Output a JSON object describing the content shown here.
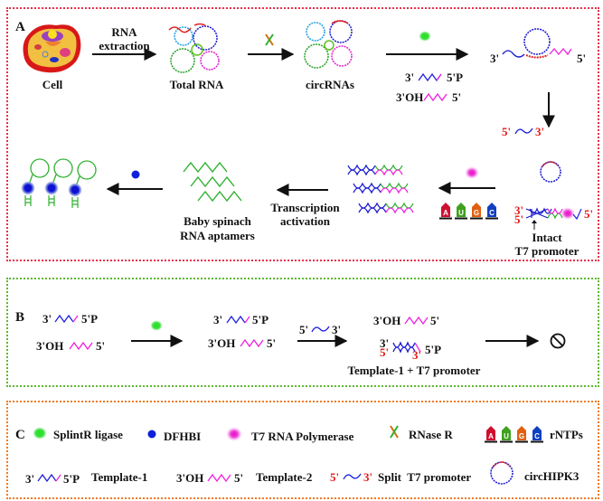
{
  "panel_a": {
    "label": "A",
    "cell_label": "Cell",
    "step1_label_line1": "RNA",
    "step1_label_line2": "extraction",
    "total_rna_label": "Total RNA",
    "circrnas_label": "circRNAs",
    "template1": {
      "left": "3'",
      "right": "5'P"
    },
    "template2": {
      "left": "3'OH",
      "right": "5'"
    },
    "hybrid": {
      "left": "3'",
      "right": "5'"
    },
    "split_promoter": {
      "left": "5'",
      "right": "3'"
    },
    "duplex_ends": {
      "top": "3'",
      "bottom": "5'",
      "right": "5'"
    },
    "intact_line1": "Intact",
    "intact_line2": "T7 promoter",
    "transcription_line1": "Transcription",
    "transcription_line2": "activation",
    "aptamer_line1": "Baby spinach",
    "aptamer_line2": "RNA aptamers",
    "rntp_letters": [
      "A",
      "U",
      "G",
      "C"
    ]
  },
  "panel_b": {
    "label": "B",
    "template1": {
      "left": "3'",
      "right": "5'P"
    },
    "template2": {
      "left": "3'OH",
      "right": "5'"
    },
    "split_promoter": {
      "left": "5'",
      "right": "3'"
    },
    "duplex_ends": {
      "top": "3'",
      "bottom": "5'",
      "bottom_right": "3'",
      "right": "5'P"
    },
    "result_label": "Template-1 + T7 promoter",
    "outcome_icon": "prohibited-icon"
  },
  "panel_c": {
    "label": "C",
    "legend": [
      {
        "icon": "splintr-ligase-icon",
        "label": "SplintR ligase"
      },
      {
        "icon": "dfhbi-icon",
        "label": "DFHBI"
      },
      {
        "icon": "t7-rna-polymerase-icon",
        "label": "T7 RNA Polymerase"
      },
      {
        "icon": "scissors-icon",
        "label": "RNase R"
      },
      {
        "icon": "rntps-icon",
        "label": "rNTPs"
      },
      {
        "icon": "template-1-icon",
        "label": "Template-1",
        "left": "3'",
        "right": "5'P"
      },
      {
        "icon": "template-2-icon",
        "label": "Template-2",
        "left": "3'OH",
        "right": "5'"
      },
      {
        "icon": "split-t7-promoter-icon",
        "label": "Split  T7 promoter",
        "left": "5'",
        "right": "3'"
      },
      {
        "icon": "circhipk3-icon",
        "label": "circHIPK3"
      }
    ]
  },
  "colors": {
    "panel_a_border": "#e8304a",
    "panel_b_border": "#5cb82e",
    "panel_c_border": "#f07a22",
    "ligase": "#3ce03c",
    "dfhbi": "#1020d8",
    "polymerase": "#f020d0",
    "template1": "#2020e0",
    "template2": "#f020e0",
    "aptamer": "#30b030"
  }
}
